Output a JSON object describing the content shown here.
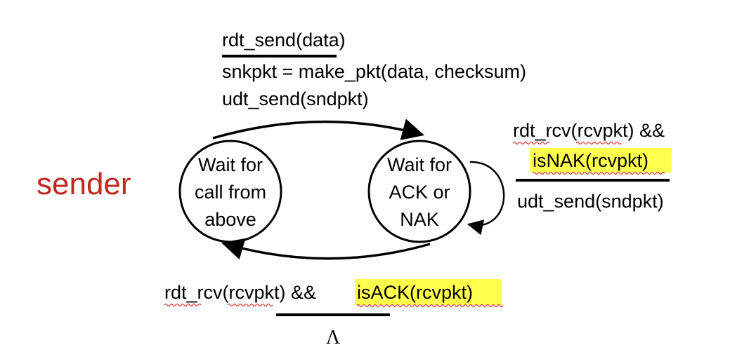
{
  "colors": {
    "sender": "#c0281e",
    "highlight": "#ffff4d",
    "line": "#000000",
    "spellcheck": "#e03030"
  },
  "diagram": {
    "side_label": "sender",
    "states": [
      {
        "id": "wait_call",
        "lines": [
          "Wait for",
          "call from",
          "above"
        ]
      },
      {
        "id": "wait_ack",
        "lines": [
          "Wait for",
          "ACK or",
          "NAK"
        ]
      }
    ],
    "transitions": {
      "send": {
        "event": "rdt_send(data)",
        "actions": [
          "snkpkt = make_pkt(data, checksum)",
          "udt_send(sndpkt)"
        ]
      },
      "nak": {
        "event_prefix": "rdt_rcv(rcvpkt) &&",
        "event_highlight": "isNAK(rcvpkt)",
        "action": "udt_send(sndpkt)"
      },
      "ack": {
        "event_prefix": "rdt_rcv(rcvpkt) &&",
        "event_highlight": "isACK(rcvpkt)",
        "action": "Λ"
      }
    }
  }
}
